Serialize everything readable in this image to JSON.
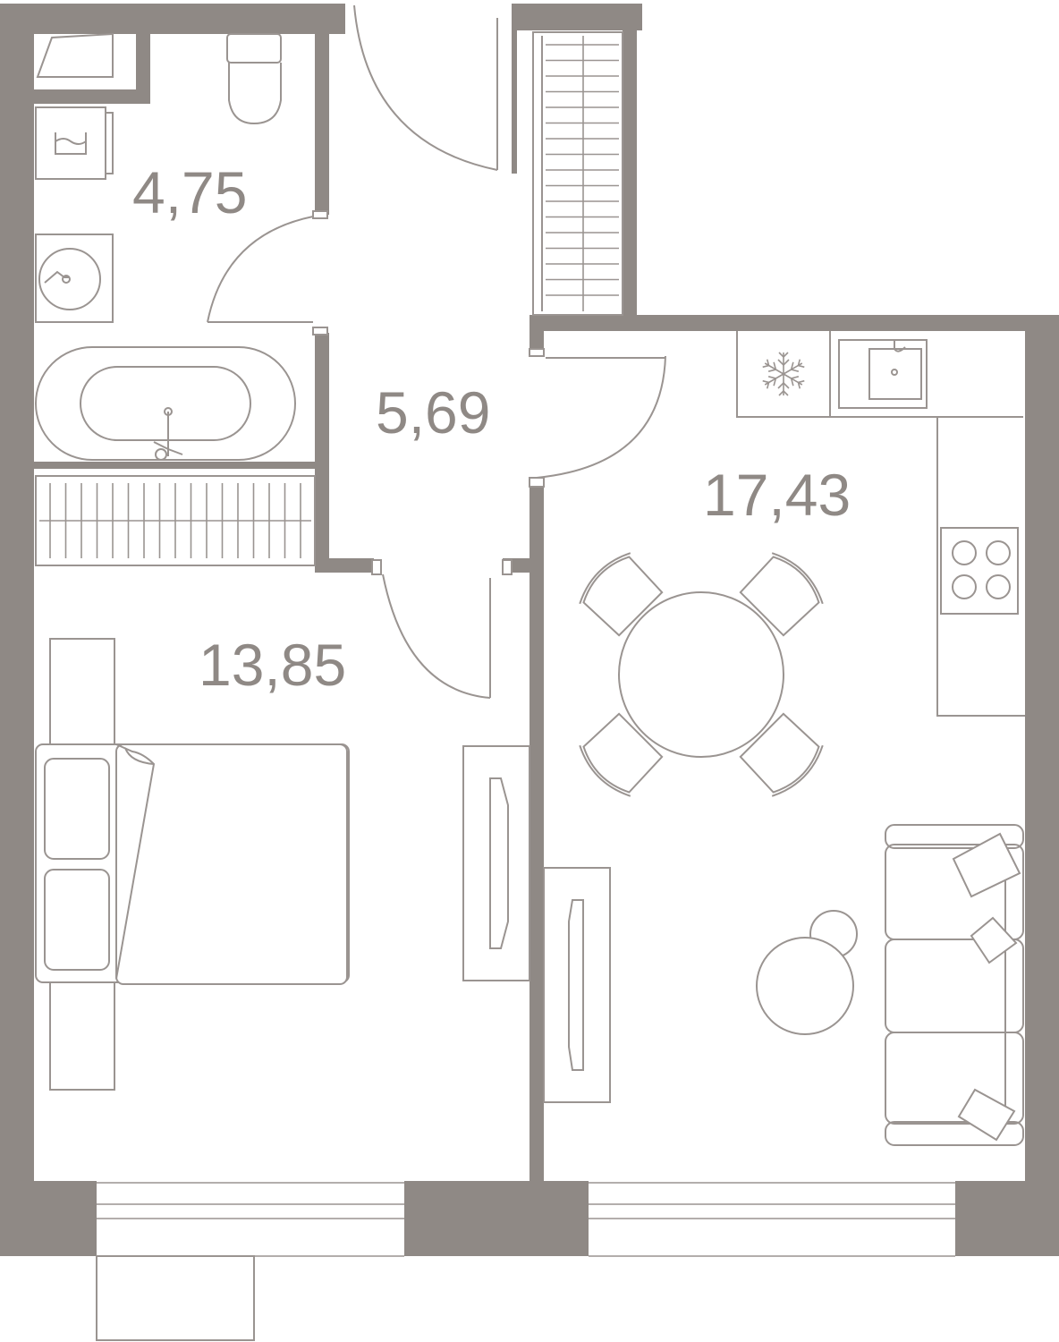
{
  "rooms": {
    "bathroom": {
      "area": "4,75"
    },
    "hallway": {
      "area": "5,69"
    },
    "bedroom": {
      "area": "13,85"
    },
    "kitchen_living": {
      "area": "17,43"
    }
  },
  "colors": {
    "wall": "#8f8985",
    "fixture_stroke": "#9a9491",
    "label": "#8f8985",
    "background": "#ffffff"
  },
  "icons": [
    "snowflake-icon",
    "sink-icon",
    "cooktop-icon",
    "toilet-icon",
    "washbasin-icon",
    "bathtub-icon",
    "washing-machine-icon"
  ]
}
